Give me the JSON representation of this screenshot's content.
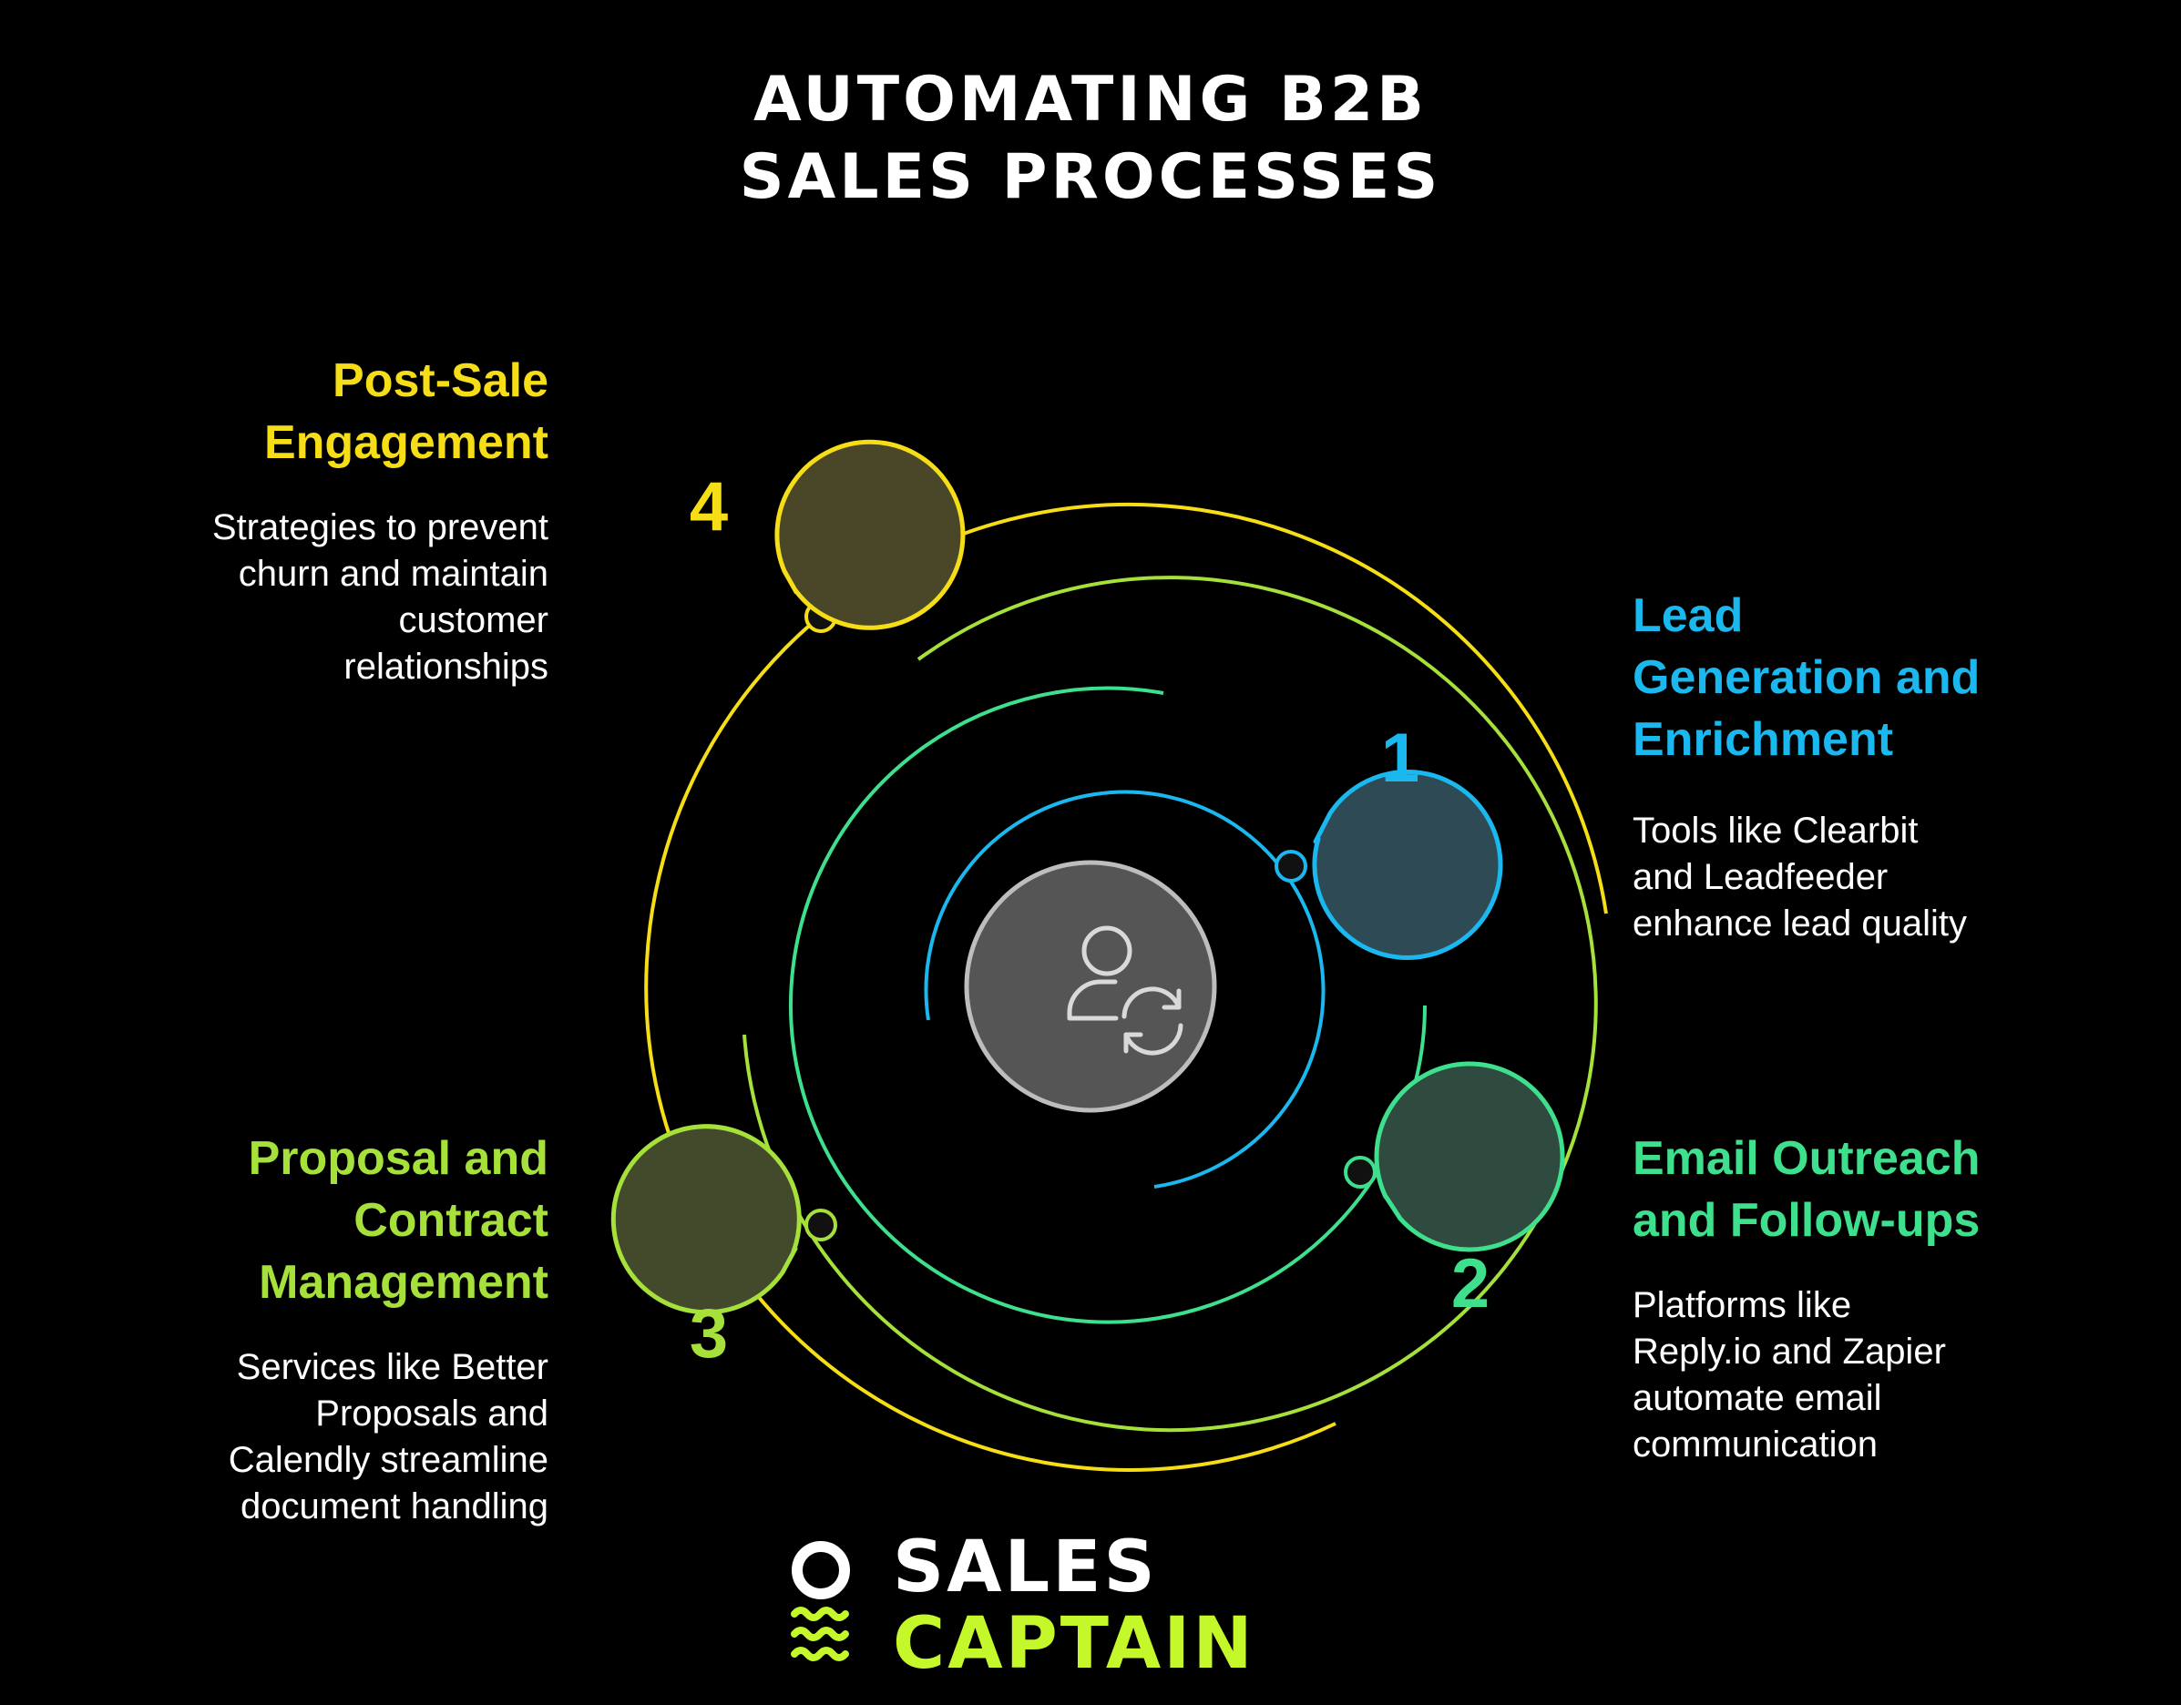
{
  "title": {
    "line1": "AUTOMATING B2B",
    "line2": "SALES PROCESSES"
  },
  "steps": [
    {
      "number": "1",
      "heading": [
        "Lead",
        "Generation and",
        "Enrichment"
      ],
      "description": [
        "Tools like Clearbit",
        "and Leadfeeder",
        "enhance lead quality"
      ],
      "color": "#1ab8ee",
      "fill": "#2e4a55"
    },
    {
      "number": "2",
      "heading": [
        "Email Outreach",
        "and Follow-ups"
      ],
      "description": [
        "Platforms like",
        "Reply.io and Zapier",
        "automate email",
        "communication"
      ],
      "color": "#3ee08e",
      "fill": "#2f4a3e"
    },
    {
      "number": "3",
      "heading": [
        "Proposal and",
        "Contract",
        "Management"
      ],
      "description": [
        "Services like Better",
        "Proposals and",
        "Calendly streamline",
        "document handling"
      ],
      "color": "#a6e03a",
      "fill": "#434a2c"
    },
    {
      "number": "4",
      "heading": [
        "Post-Sale",
        "Engagement"
      ],
      "description": [
        "Strategies to prevent",
        "churn and maintain",
        "customer",
        "relationships"
      ],
      "color": "#f5dd17",
      "fill": "#4a4628"
    }
  ],
  "center_icon": "user-sync-icon",
  "logo": {
    "line1": "SALES",
    "line2": "CAPTAIN",
    "color1": "#ffffff",
    "color2": "#c5f82a"
  }
}
